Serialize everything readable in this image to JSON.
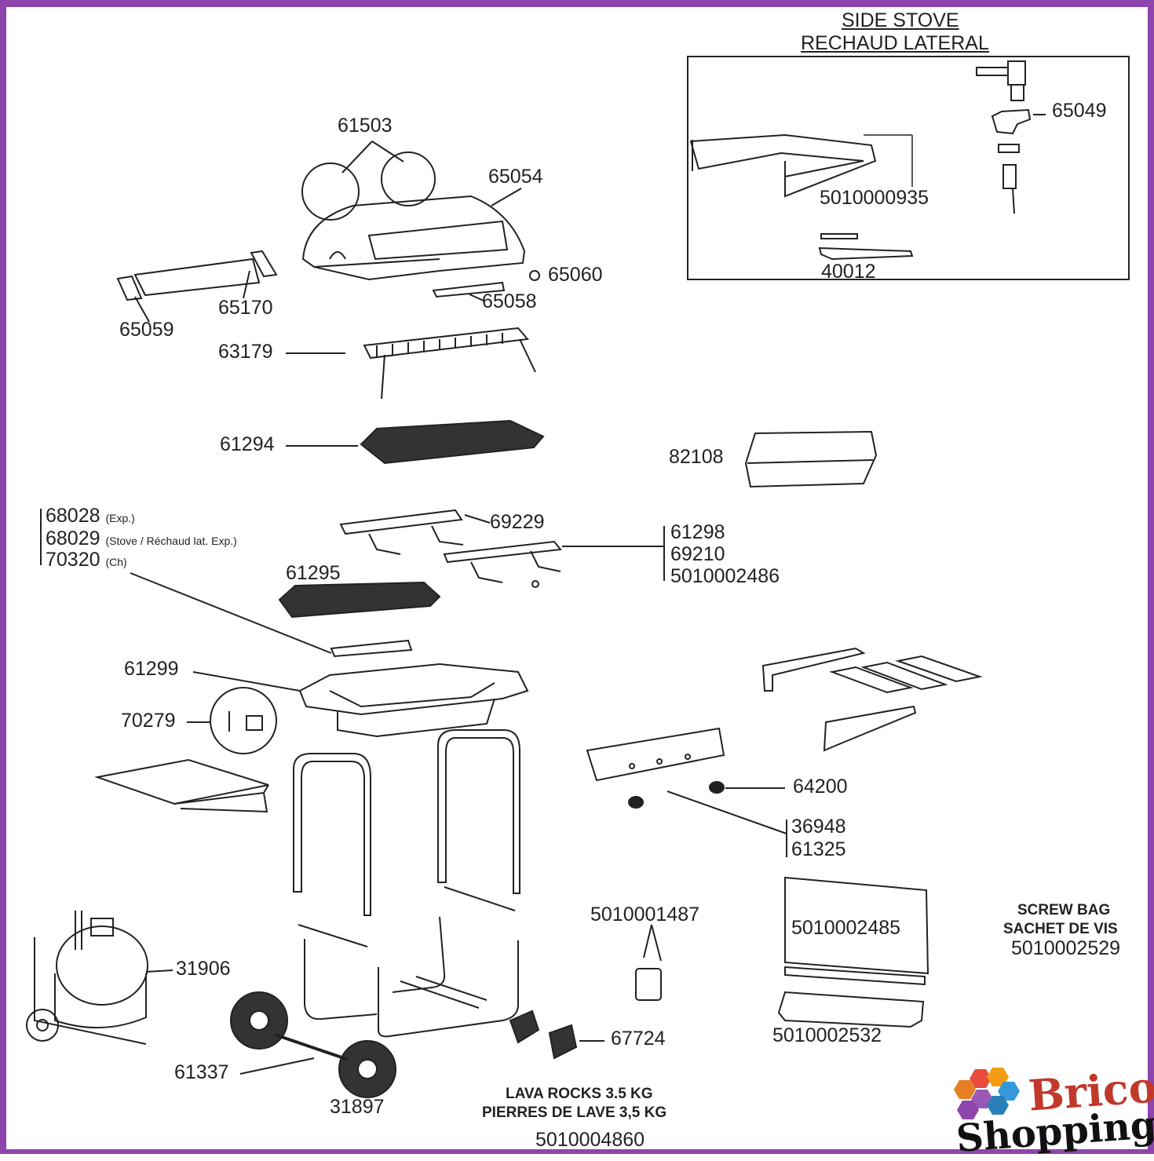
{
  "side_stove": {
    "title_en": "SIDE STOVE",
    "title_fr": "RECHAUD LATERAL",
    "parts": {
      "valve": "65049",
      "burner": "5010000935",
      "grate": "40012"
    }
  },
  "parts": {
    "lid_handle_knobs": "61503",
    "lid": "65054",
    "lid_bolt": "65060",
    "lid_hinge": "65058",
    "shelf_top": "65170",
    "shelf_bracket": "65059",
    "warming_rack": "63179",
    "cooking_grid": "61294",
    "heat_plate": "82108",
    "burner_exp": "68028",
    "burner_exp_note": "(Exp.)",
    "burner_stove": "68029",
    "burner_stove_note": "(Stove / Réchaud lat. Exp.)",
    "burner_ch": "70320",
    "burner_ch_note": "(Ch)",
    "grill_bracket": "69229",
    "bracket_a": "61298",
    "bracket_b": "69210",
    "bracket_c": "5010002486",
    "lava_grid": "61295",
    "firebox": "61299",
    "igniter": "70279",
    "knob": "64200",
    "valve_a": "36948",
    "valve_b": "61325",
    "regulator": "31906",
    "axle": "61337",
    "wheel": "31897",
    "tool": "5010001487",
    "foot": "67724",
    "panel": "5010002485",
    "tray": "5010002532"
  },
  "screw_bag": {
    "line1": "SCREW BAG",
    "line2": "SACHET DE VIS",
    "code": "5010002529"
  },
  "lava_rocks": {
    "line1": "LAVA ROCKS 3.5 KG",
    "line2": "PIERRES DE LAVE 3,5 KG",
    "code": "5010004860"
  },
  "logo": {
    "line1": "Brico",
    "line2": "Shopping"
  },
  "colors": {
    "frame": "#8e44ad",
    "ink": "#222222",
    "logo_red": "#c0392b"
  }
}
